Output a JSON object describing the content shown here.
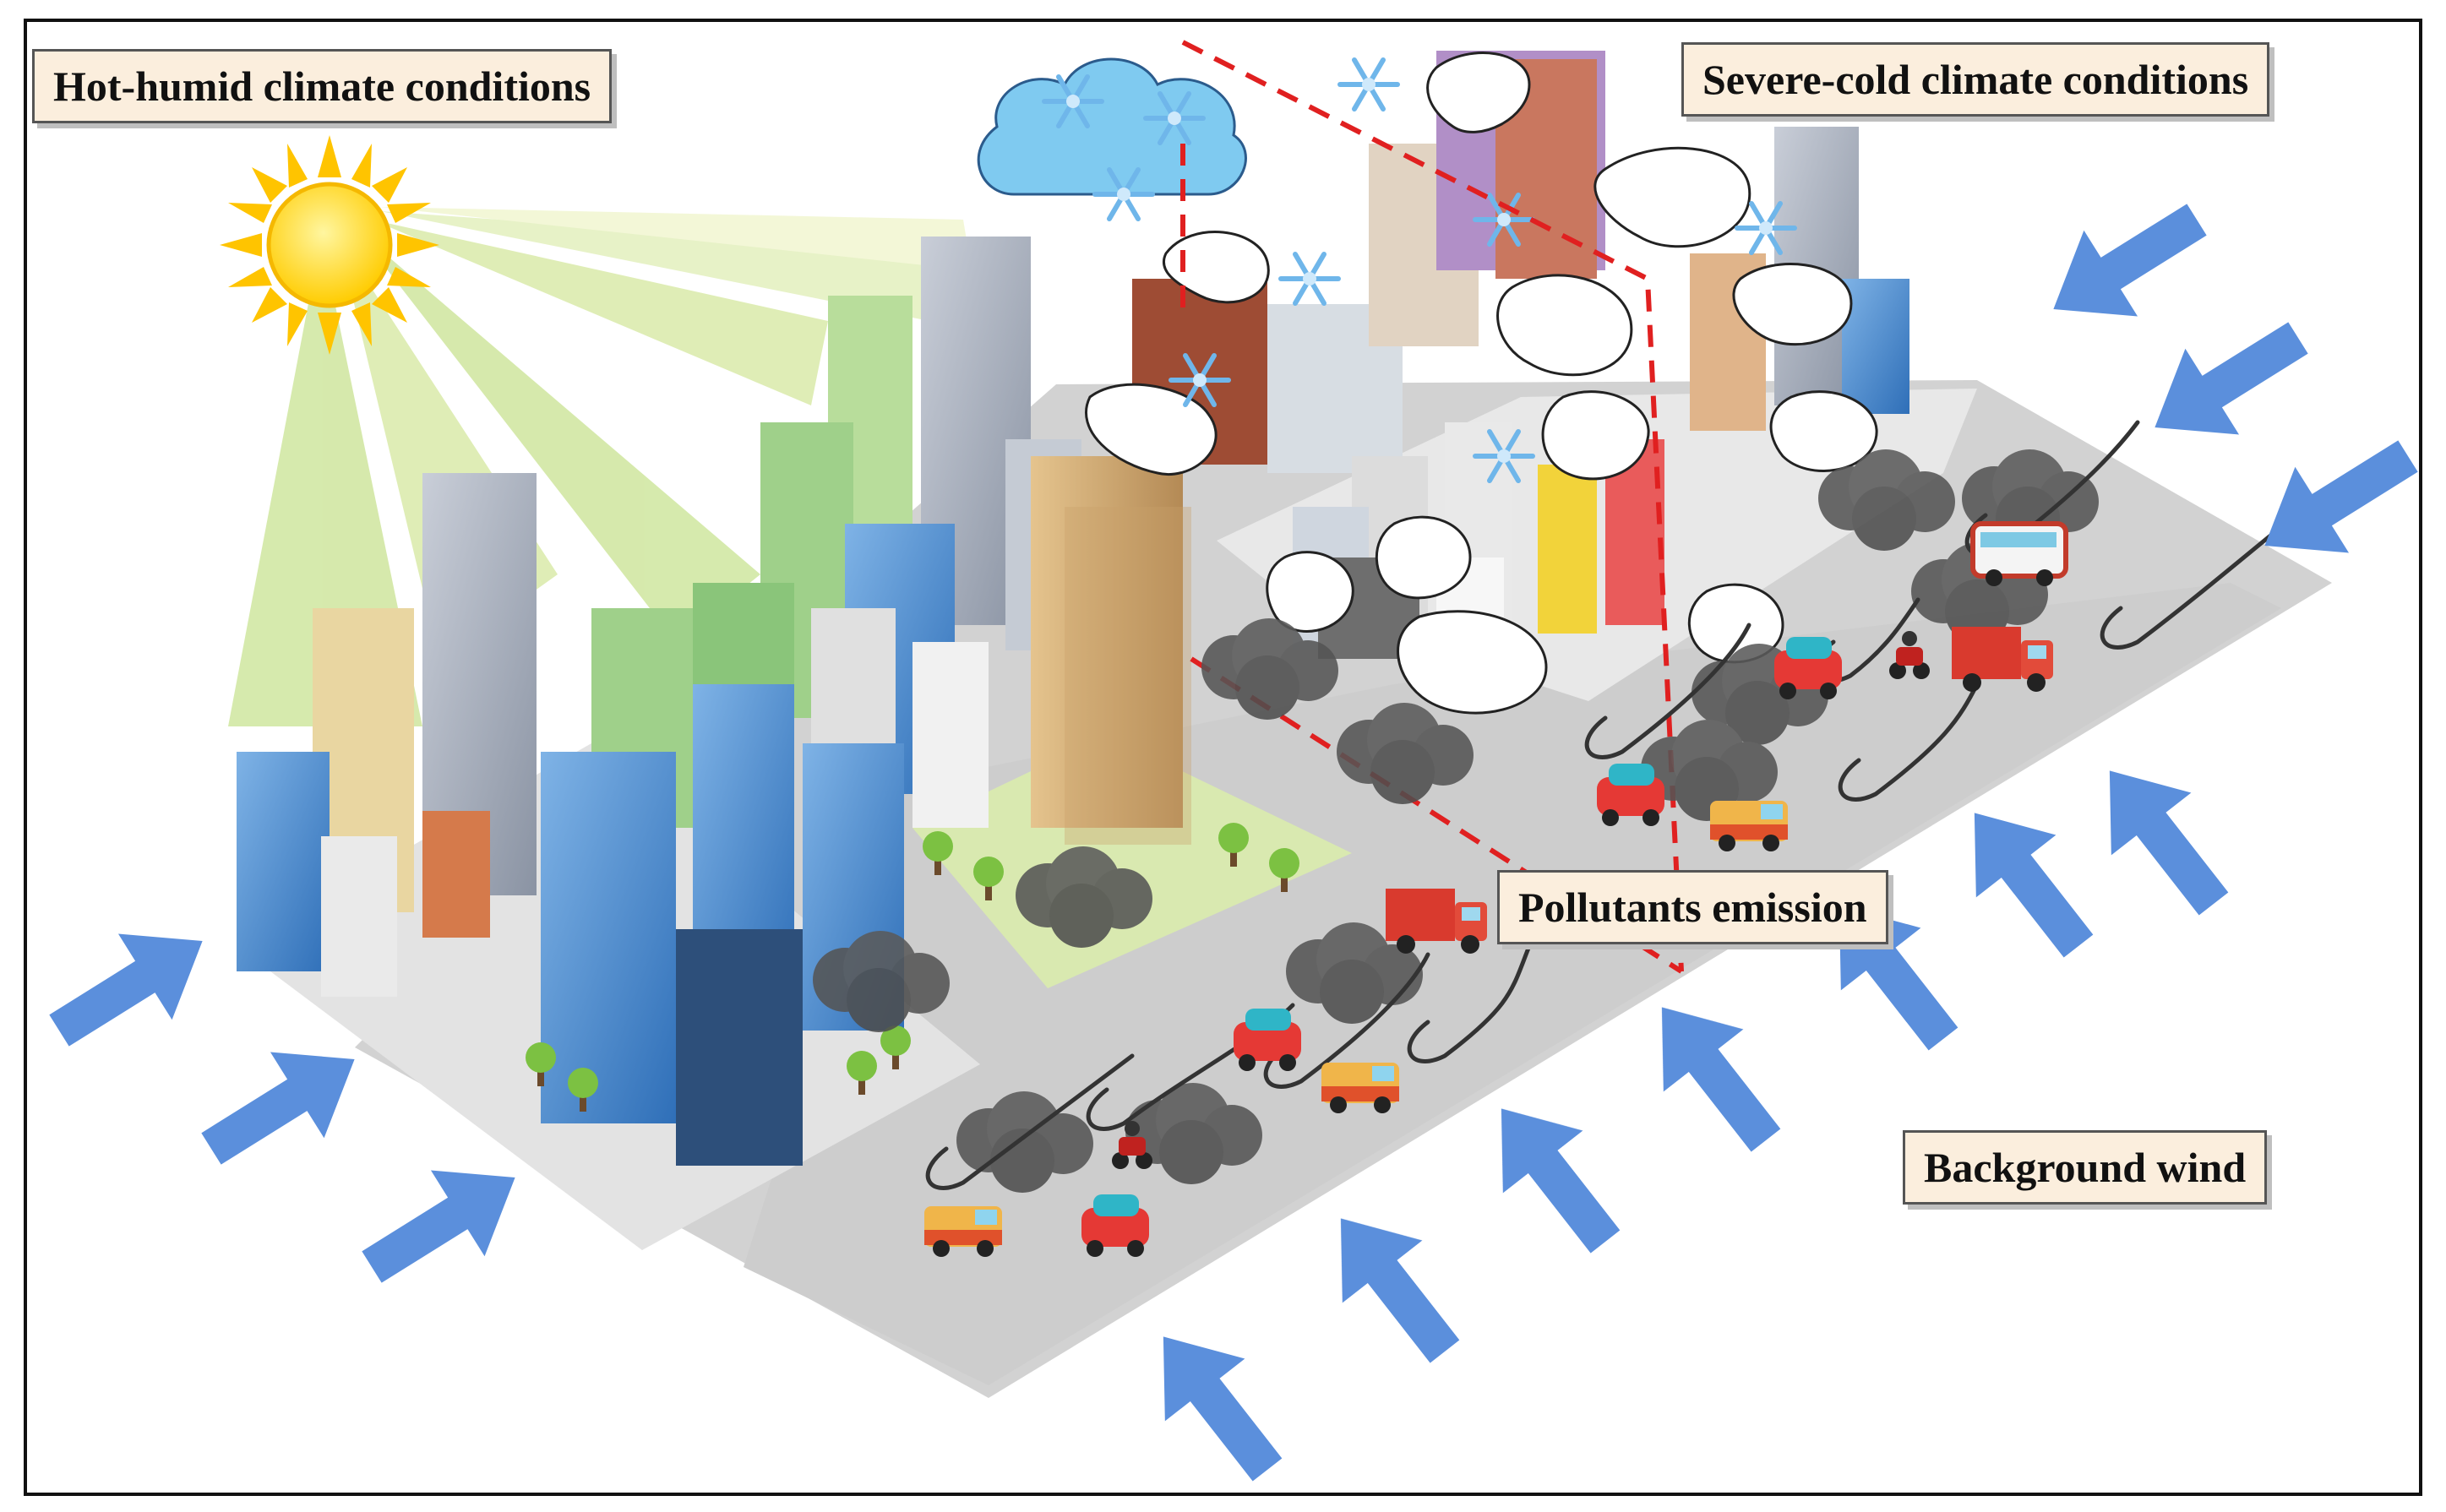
{
  "labels": {
    "hot_humid": "Hot-humid climate conditions",
    "severe_cold": "Severe-cold climate conditions",
    "pollutants": "Pollutants emission",
    "wind": "Background wind"
  },
  "colors": {
    "ground": "#d2d2d2",
    "road": "#c8c8c8",
    "wind_arrow": "#5b8fdc",
    "smoke": "#555555",
    "boundary": "#e02020",
    "sun": "#ffd21a",
    "sun_ray": "#b5d86a",
    "snow": "#ffffff",
    "label_bg": "#fbeedd"
  },
  "icons": [
    "sun-icon",
    "cloud-icon",
    "snowflake-icon",
    "wind-arrow-icon",
    "car-icon",
    "truck-icon",
    "bus-icon",
    "motorbike-icon",
    "smoke-icon",
    "building-icon",
    "tree-icon"
  ]
}
